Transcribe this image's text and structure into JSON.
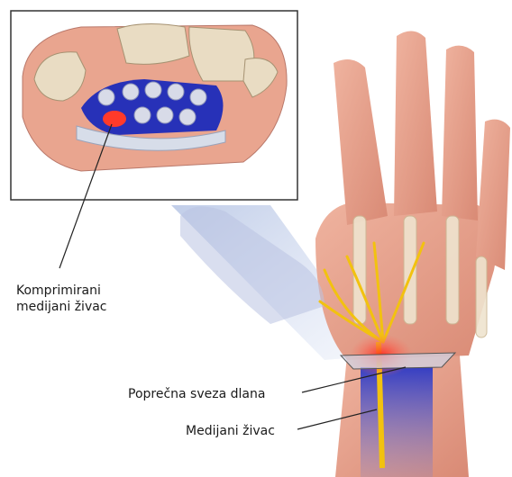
{
  "labels": {
    "compressed_nerve": [
      "Komprimirani",
      "medijani živac"
    ],
    "transverse_ligament": "Poprečna sveza dlana",
    "median_nerve": "Medijani živac"
  },
  "colors": {
    "skin": "#e9a58f",
    "skin_dark": "#cf7f6c",
    "bone": "#e9dcc3",
    "nerve": "#f2c20f",
    "vessel_blue": "#2d3ec9",
    "inflammation": "#ff3a2a",
    "inset_border": "#333333",
    "leader_line": "#222222"
  }
}
